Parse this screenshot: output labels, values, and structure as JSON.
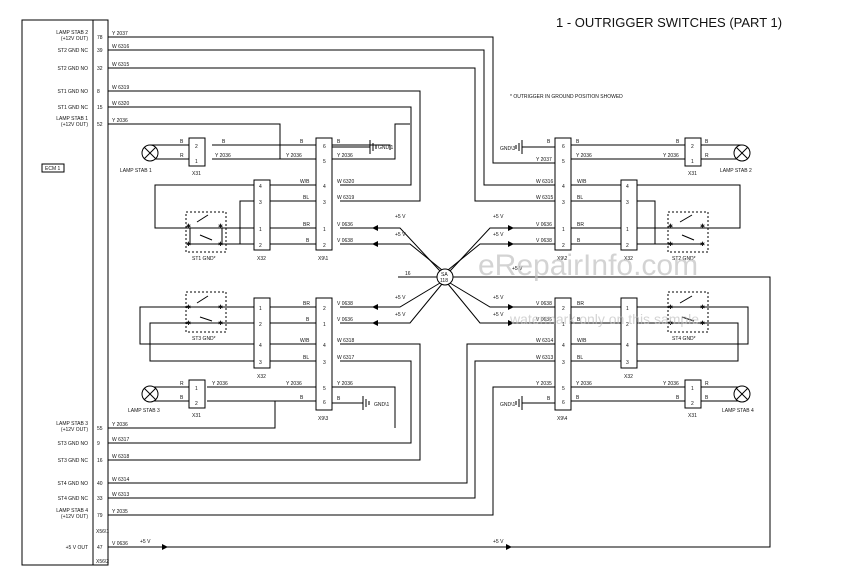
{
  "title": "1 - OUTRIGGER SWITCHES (PART 1)",
  "note": "* OUTRIGGER IN GROUND POSITION SHOWED",
  "watermark": {
    "main": "eRepairInfo.com",
    "sub": "watermark only on this sample"
  },
  "ecm": {
    "label": "ECM 1",
    "x560_1": "X56\\1",
    "x560_2": "X56\\2",
    "pins": [
      {
        "name": "LAMP STAB 2",
        "sub": "(+12V OUT)",
        "pin": "78",
        "wire": "Y 2037"
      },
      {
        "name": "ST2 GND NC",
        "pin": "39",
        "wire": "W 6316"
      },
      {
        "name": "ST2 GND NO",
        "pin": "32",
        "wire": "W 6315"
      },
      {
        "name": "ST1 GND NO",
        "pin": "8",
        "wire": "W 6319"
      },
      {
        "name": "ST1 GND NC",
        "pin": "15",
        "wire": "W 6320"
      },
      {
        "name": "LAMP STAB 1",
        "sub": "(+12V OUT)",
        "pin": "52",
        "wire": "Y 2036"
      },
      {
        "name": "LAMP STAB 3",
        "sub": "(+12V OUT)",
        "pin": "55",
        "wire": "Y 2036"
      },
      {
        "name": "ST3 GND NO",
        "pin": "9",
        "wire": "W 6317"
      },
      {
        "name": "ST3 GND NC",
        "pin": "16",
        "wire": "W 6318"
      },
      {
        "name": "ST4 GND NO",
        "pin": "40",
        "wire": "W 6314"
      },
      {
        "name": "ST4 GND NC",
        "pin": "33",
        "wire": "W 6313"
      },
      {
        "name": "LAMP STAB 4",
        "sub": "(+12V OUT)",
        "pin": "79",
        "wire": "Y 2035"
      },
      {
        "name": "+5 V OUT",
        "pin": "47",
        "wire": "V 0636"
      }
    ]
  },
  "splice": {
    "label": "SA",
    "num": "118",
    "wire": "16"
  },
  "plus5": "+5 V",
  "connectors": {
    "x31": "X31",
    "x32": "X32",
    "x91": "X9\\1",
    "x92": "X9\\2",
    "x93": "X9\\3",
    "x94": "X9\\4",
    "pins": {
      "x91": [
        "6",
        "5",
        "4",
        "3",
        "1",
        "2"
      ],
      "x92": [
        "6",
        "5",
        "4",
        "3",
        "1",
        "2"
      ],
      "x93": [
        "2",
        "1",
        "4",
        "3",
        "5",
        "6"
      ],
      "x94": [
        "2",
        "1",
        "4",
        "3",
        "5",
        "6"
      ],
      "x32_left_top": [
        "4",
        "3",
        "1",
        "2"
      ],
      "x32_right_top": [
        "4",
        "3",
        "1",
        "2"
      ],
      "x32_left_bot": [
        "1",
        "2",
        "4",
        "3"
      ],
      "x32_right_bot": [
        "1",
        "2",
        "4",
        "3"
      ],
      "x31_1": [
        "2",
        "1"
      ],
      "x31_2": [
        "2",
        "1"
      ],
      "x31_3": [
        "1",
        "2"
      ],
      "x31_4": [
        "1",
        "2"
      ]
    }
  },
  "wires": {
    "B": "B",
    "R": "R",
    "WB": "W/B",
    "BL": "BL",
    "BR": "BR",
    "y2036": "Y 2036",
    "y2037": "Y 2037",
    "y2035": "Y 2035",
    "w6320": "W 6320",
    "w6319": "W 6319",
    "w6316": "W 6316",
    "w6315": "W 6315",
    "w6318": "W 6318",
    "w6317": "W 6317",
    "w6314": "W 6314",
    "w6313": "W 6313",
    "v0636": "V 0636",
    "v0638": "V 0638"
  },
  "grounds": {
    "g1": "GND\\1",
    "g3": "GND\\3"
  },
  "lamps": [
    "LAMP STAB 1",
    "LAMP STAB 2",
    "LAMP STAB 3",
    "LAMP STAB 4"
  ],
  "switches": [
    "ST1 GND*",
    "ST2 GND*",
    "ST3 GND*",
    "ST4 GND*"
  ]
}
